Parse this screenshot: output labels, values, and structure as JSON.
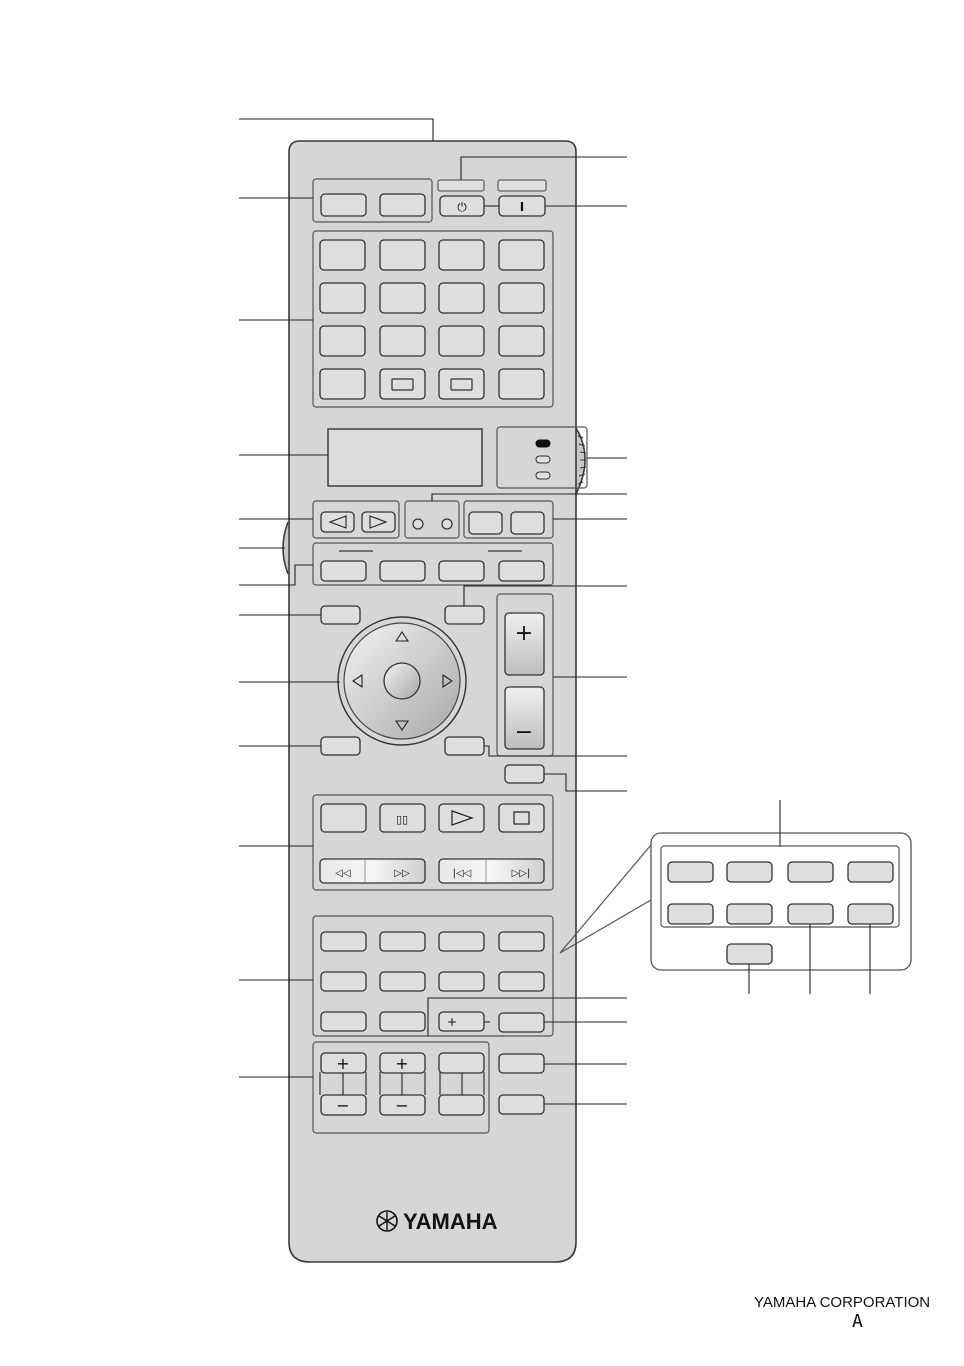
{
  "brand": {
    "logo_text": "YAMAHA"
  },
  "footer": {
    "company": "YAMAHA CORPORATION",
    "code": "A"
  },
  "colors": {
    "body": "#d6d6d6",
    "button": "#dedede",
    "outline": "#3a3a3a",
    "callout": "#222222"
  },
  "icons": {
    "standby": "⏻",
    "power_on": "I",
    "pause": "▯▯",
    "play": "▷",
    "stop": "□",
    "rewind": "◁◁",
    "fast_forward": "▷▷",
    "skip_back": "|◁◁",
    "skip_forward": "▷▷|",
    "plus": "+",
    "minus": "−"
  }
}
